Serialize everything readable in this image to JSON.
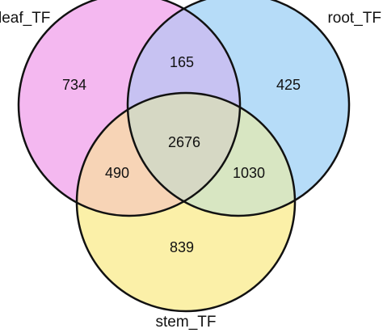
{
  "sets": [
    {
      "id": "leaf",
      "label": "leaf_TF",
      "color": "#f4b8f0"
    },
    {
      "id": "root",
      "label": "root_TF",
      "color": "#b6dcf8"
    },
    {
      "id": "stem",
      "label": "stem_TF",
      "color": "#fbf0a8"
    }
  ],
  "regions": {
    "leaf_only": "734",
    "root_only": "425",
    "stem_only": "839",
    "leaf_root": "165",
    "leaf_stem": "490",
    "root_stem": "1030",
    "all": "2676"
  }
}
